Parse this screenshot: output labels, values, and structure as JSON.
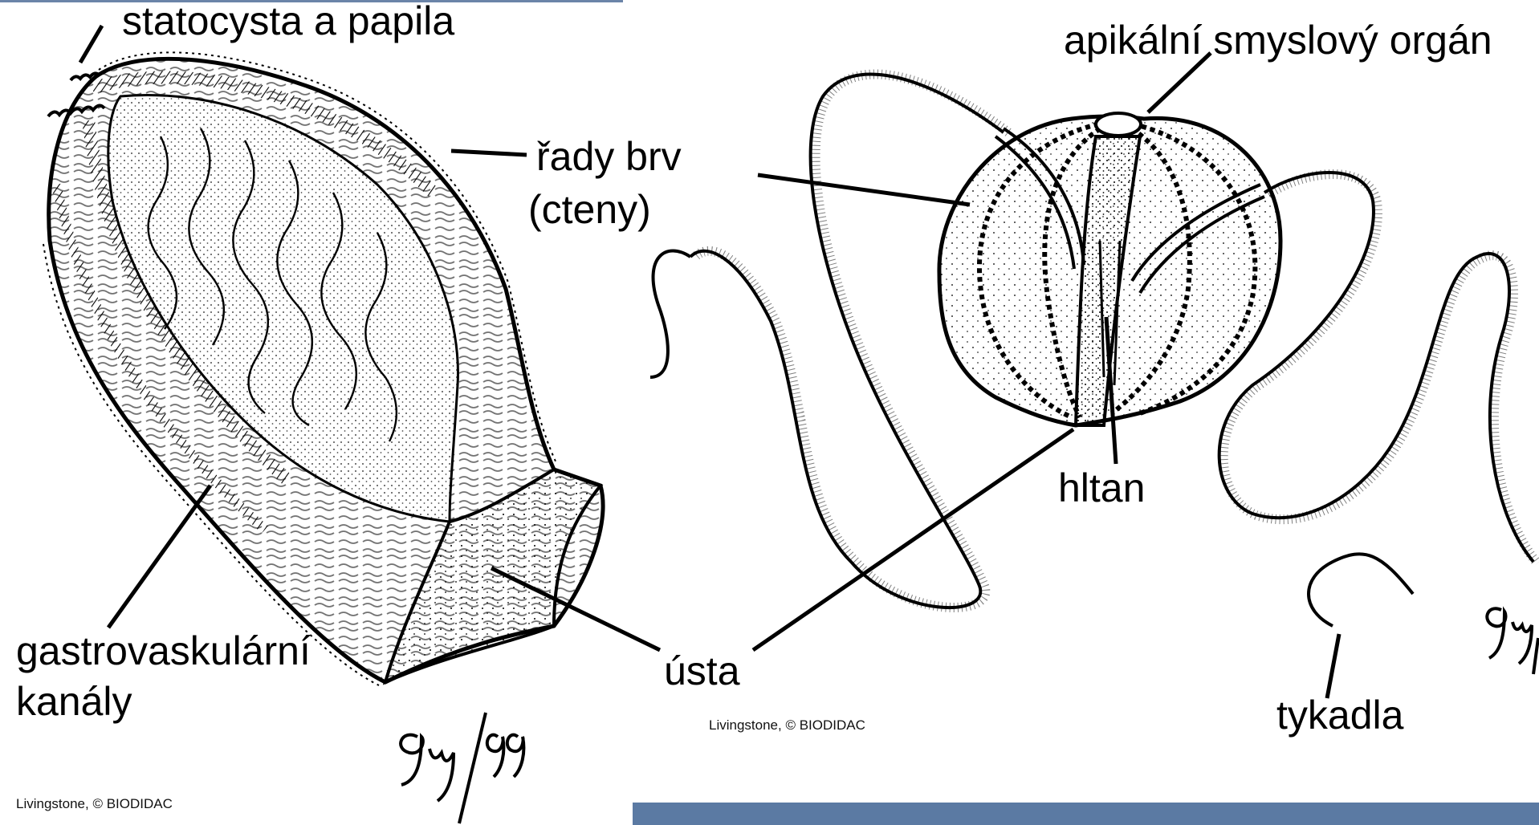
{
  "colors": {
    "background": "#ffffff",
    "ink": "#000000",
    "bottom_bar": "#5b7aa3",
    "top_rule": "#6b84a8"
  },
  "left_figure": {
    "labels": {
      "statocyst": "statocysta a papila",
      "comb_rows_1": "řady brv",
      "comb_rows_2": "(cteny)",
      "canals_1": "gastrovaskulární",
      "canals_2": "kanály",
      "mouth": "ústa"
    },
    "credit": "Livingstone, © BIODIDAC",
    "signature": "Gu/99"
  },
  "right_figure": {
    "labels": {
      "apical": "apikální smyslový orgán",
      "pharynx": "hltan",
      "tentacles": "tykadla"
    },
    "credit": "Livingstone, © BIODIDAC",
    "signature": "Gu"
  }
}
